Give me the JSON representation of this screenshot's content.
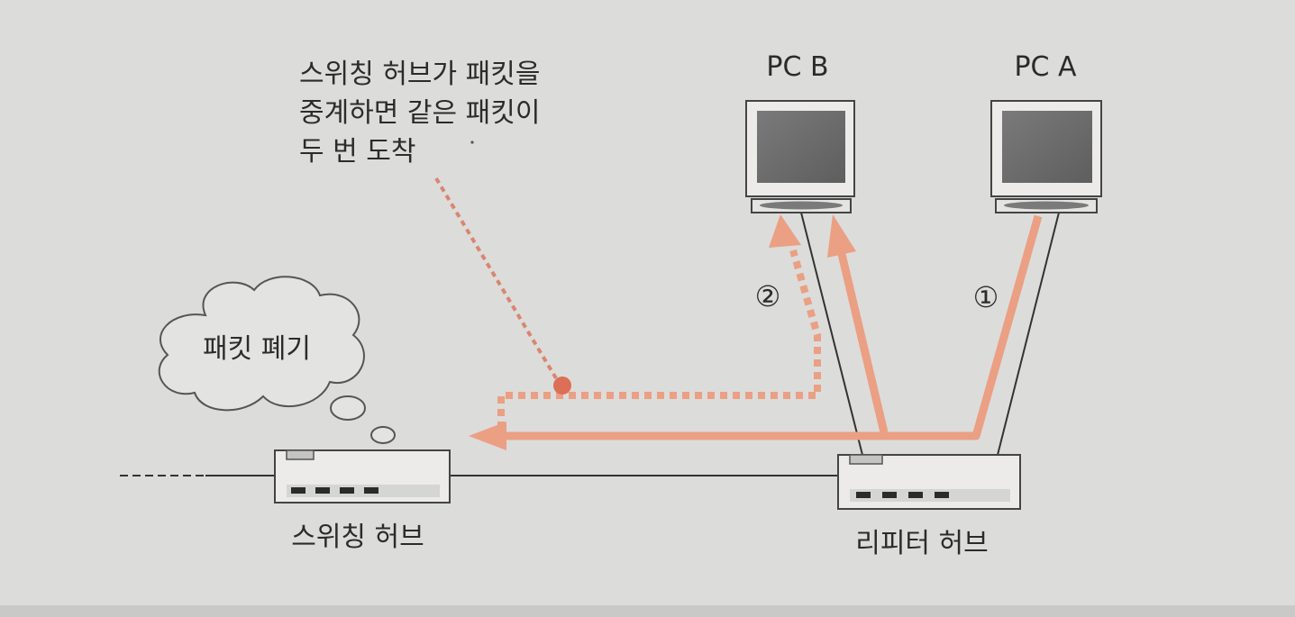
{
  "annotation": {
    "lines": [
      "스위칭 허브가 패킷을",
      "중계하면 같은 패킷이",
      "두 번 도착"
    ]
  },
  "cloud_label": "패킷 폐기",
  "pc_b": {
    "label": "PC B"
  },
  "pc_a": {
    "label": "PC A"
  },
  "markers": {
    "step1": "①",
    "step2": "②"
  },
  "switching_hub": {
    "label": "스위칭 허브"
  },
  "repeater_hub": {
    "label": "리피터 허브"
  },
  "colors": {
    "background": "#dcdcdb",
    "arrow": "#eb9f83",
    "dot": "#dd6f57",
    "line": "#333333",
    "device_body": "#ecebea",
    "screen": "#6d6d6d"
  }
}
